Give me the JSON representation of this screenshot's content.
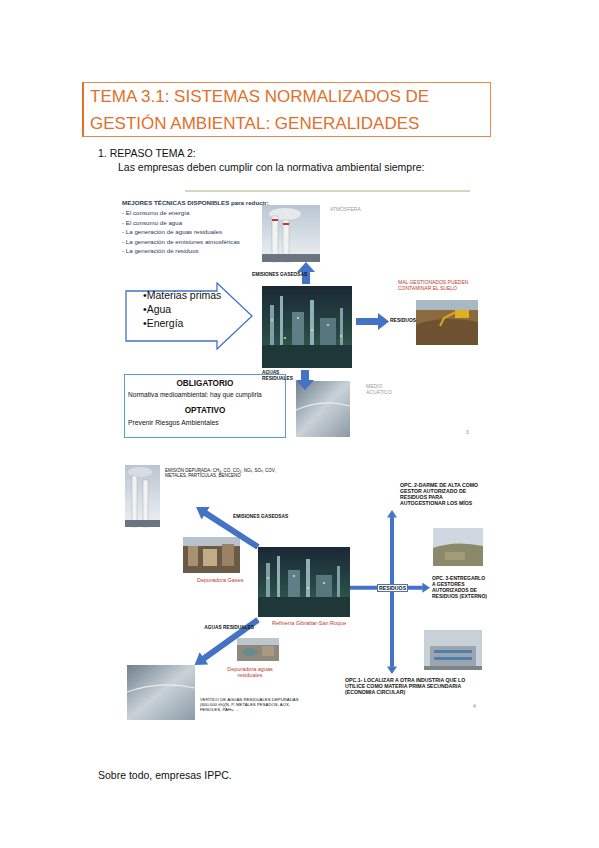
{
  "diagram": {
    "title": "TEMA 3.1: SISTEMAS NORMALIZADOS DE GESTIÓN AMBIENTAL: GENERALIDADES",
    "nodes": [
      {
        "text": [
          "•Materias primas",
          "•Agua",
          "•Energía"
        ]
      },
      {
        "text": [
          "OBLIGATORIO",
          "Normativa medioambiental: hay que cumplirla",
          "OPTATIVO",
          "Prevenir Riesgos Ambientales"
        ]
      },
      {
        "text": [
          "EMISIÓN DEPURADA: CH₄, CO, CO₂, NOₓ, SOₓ, COV, METALES, PARTÍCULAS, BENCENO"
        ]
      },
      {
        "text": [
          "Depuradora Gases"
        ]
      },
      {
        "text": [
          "Refinería Gibraltar-San Roque"
        ]
      },
      {
        "text": [
          "Depuradora aguas residuales"
        ]
      },
      {
        "text": [
          "VERTIDO DE AGUAS RESIDUALES DEPURADAS (600.000 t/h)(N, P, METALES PESADOS, AOX, FENOLES, PAHs, ..."
        ]
      },
      {
        "text": [
          "OPC. 2-DARME DE ALTA COMO GESTOR AUTORIZADO DE RESIDUOS PARA AUTOGESTIONAR LOS MÍOS"
        ]
      },
      {
        "text": [
          "OPC. 3-ENTREGARLO A GESTORES AUTORIZADOS DE RESIDUOS (EXTERNO)"
        ]
      },
      {
        "text": [
          "OPC.1- LOCALIZAR A OTRA INDUSTRIA QUE LO UTILICE COMO MATERIA PRIMA SECUNDARIA (ECONOMIA CIRCULAR)"
        ]
      }
    ],
    "edges": [
      {
        "from": 4,
        "to": 2,
        "label": "EMISIONES GASEOSAS",
        "arrow": "to"
      },
      {
        "from": 4,
        "to": 6,
        "label": "AGUAS RESIDUALES",
        "arrow": "to"
      },
      {
        "from": 4,
        "to": 8,
        "label": "RESIDUOS",
        "arrow": "to"
      },
      {
        "from": 9,
        "to": 7,
        "arrow": "both"
      }
    ],
    "labels": [
      "1. REPASO TEMA 2:",
      "Las empresas deben cumplir con la normativa ambiental siempre:",
      "MEJORES TÉCNICAS DISPONIBLES para reducir:",
      "- El consumo de energía",
      "- El consumo de agua",
      "- La generación de aguas residuales",
      "- La generación de emisiones atmosféricas",
      "- La generación de residuos",
      "ATMÓSFERA",
      "EMISIONES GASEOSAS",
      "MAL GESTIONADOS PUEDEN CONTAMINAR EL SUELO",
      "RESIDUOS",
      "AGUAS RESIDUALES",
      "MEDIO ACUÁTICO",
      "3",
      "4",
      "Sobre todo, empresas IPPC."
    ]
  }
}
